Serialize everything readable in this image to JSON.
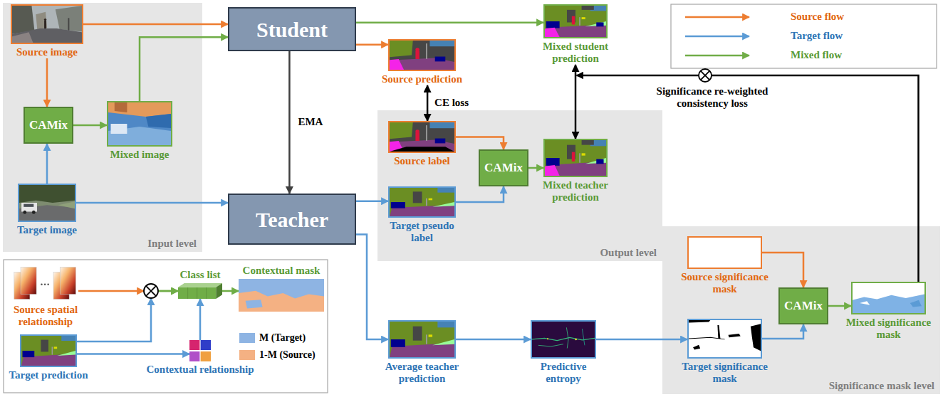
{
  "diagram": {
    "nodes": [
      {
        "text": [
          "Input level"
        ]
      },
      {
        "text": [
          "Source image"
        ],
        "in": 0
      },
      {
        "text": [
          "CAMix"
        ],
        "in": 0
      },
      {
        "text": [
          "Mixed image"
        ],
        "in": 0
      },
      {
        "text": [
          "Target image"
        ],
        "in": 0
      },
      {
        "text": [
          "Student"
        ]
      },
      {
        "text": [
          "Teacher"
        ]
      },
      {
        "text": [
          "Source prediction"
        ]
      },
      {
        "text": [
          "Mixed student prediction"
        ]
      },
      {
        "text": [
          "Output level"
        ]
      },
      {
        "text": [
          "Source label"
        ],
        "in": 9
      },
      {
        "text": [
          "Target pseudo label"
        ],
        "in": 9
      },
      {
        "text": [
          "CAMix"
        ],
        "in": 9
      },
      {
        "text": [
          "Mixed teacher prediction"
        ],
        "in": 9
      },
      {
        "text": [
          "Significance mask level"
        ]
      },
      {
        "text": [
          "Source significance mask"
        ],
        "in": 14
      },
      {
        "text": [
          "Target significance mask"
        ],
        "in": 14
      },
      {
        "text": [
          "CAMix"
        ],
        "in": 14
      },
      {
        "text": [
          "Mixed significance mask"
        ],
        "in": 14
      },
      {
        "text": [
          "Average teacher prediction"
        ]
      },
      {
        "text": [
          "Predictive entropy"
        ]
      },
      {
        "text": [
          "Source spatial relationship"
        ]
      },
      {
        "text": [
          "Target prediction"
        ]
      },
      {
        "text": [
          "Class list"
        ]
      },
      {
        "text": [
          "Contextual relationship"
        ]
      },
      {
        "text": [
          "Contextual mask"
        ]
      }
    ],
    "edges": [
      {
        "from": 1,
        "to": 5,
        "arrow": "to"
      },
      {
        "from": 1,
        "to": 2,
        "arrow": "to"
      },
      {
        "from": 4,
        "to": 2,
        "arrow": "to"
      },
      {
        "from": 2,
        "to": 3,
        "arrow": "to"
      },
      {
        "from": 3,
        "to": 5,
        "arrow": "to"
      },
      {
        "from": 4,
        "to": 6,
        "arrow": "to"
      },
      {
        "from": 5,
        "to": 6,
        "label": "EMA",
        "arrow": "to"
      },
      {
        "from": 5,
        "to": 7,
        "arrow": "to"
      },
      {
        "from": 5,
        "to": 8,
        "arrow": "to"
      },
      {
        "from": 7,
        "to": 10,
        "label": "CE loss",
        "arrow": "both"
      },
      {
        "from": 6,
        "to": 11,
        "arrow": "to"
      },
      {
        "from": 10,
        "to": 12,
        "arrow": "to"
      },
      {
        "from": 11,
        "to": 12,
        "arrow": "to"
      },
      {
        "from": 12,
        "to": 13,
        "arrow": "to"
      },
      {
        "from": 8,
        "to": 13,
        "arrow": "both"
      },
      {
        "from": 6,
        "to": 19,
        "arrow": "to"
      },
      {
        "from": 19,
        "to": 20,
        "arrow": "to"
      },
      {
        "from": 20,
        "to": 16,
        "arrow": "to"
      },
      {
        "from": 15,
        "to": 17,
        "arrow": "to"
      },
      {
        "from": 16,
        "to": 17,
        "arrow": "to"
      },
      {
        "from": 17,
        "to": 18,
        "arrow": "to"
      },
      {
        "from": 21,
        "to": 23,
        "arrow": "to"
      },
      {
        "from": 22,
        "to": 23,
        "arrow": "to"
      },
      {
        "from": 22,
        "to": 24,
        "arrow": "to"
      },
      {
        "from": 24,
        "to": 23,
        "arrow": "to"
      },
      {
        "from": 23,
        "to": 25,
        "arrow": "to"
      }
    ],
    "labels": [
      "Significance re-weighted consistency loss"
    ],
    "legend": [
      {
        "text": "Source flow"
      },
      {
        "text": "Target flow"
      },
      {
        "text": "Mixed flow"
      },
      {
        "text": "M (Target)",
        "color": "#8EB4E3"
      },
      {
        "text": "1-M (Source)",
        "color": "#F4B183"
      }
    ]
  }
}
